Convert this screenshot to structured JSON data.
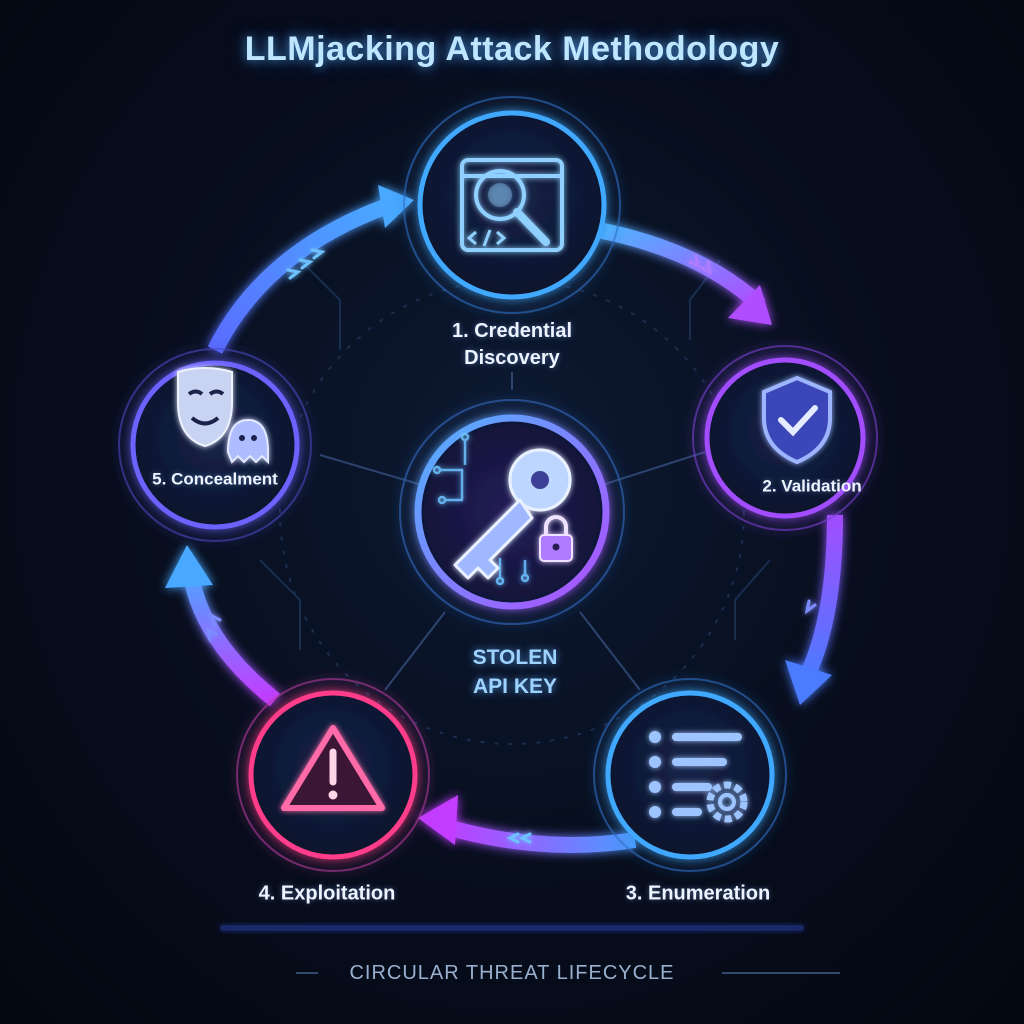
{
  "title": "LLMjacking Attack Methodology",
  "center": {
    "line1": "STOLEN",
    "line2": "API KEY",
    "icon": "key-lock-icon"
  },
  "stages": [
    {
      "line1": "1. Credential",
      "line2": "Discovery",
      "icon": "code-search-icon",
      "color": "#4fa8ff"
    },
    {
      "line1": "2. Validation",
      "line2": "",
      "icon": "shield-check-icon",
      "color": "#a24dff"
    },
    {
      "line1": "3. Enumeration",
      "line2": "",
      "icon": "list-gear-icon",
      "color": "#3fa9ff"
    },
    {
      "line1": "4. Exploitation",
      "line2": "",
      "icon": "warning-icon",
      "color": "#ff3d8a"
    },
    {
      "line1": "5. Concealment",
      "line2": "",
      "icon": "mask-ghost-icon",
      "color": "#6c63ff"
    }
  ],
  "footer": "CIRCULAR THREAT LIFECYCLE",
  "colors": {
    "background": "#070d1c",
    "title": "#bfe6ff",
    "accent_blue": "#3fa9ff",
    "accent_purple": "#a24dff",
    "accent_pink": "#ff3d8a"
  }
}
